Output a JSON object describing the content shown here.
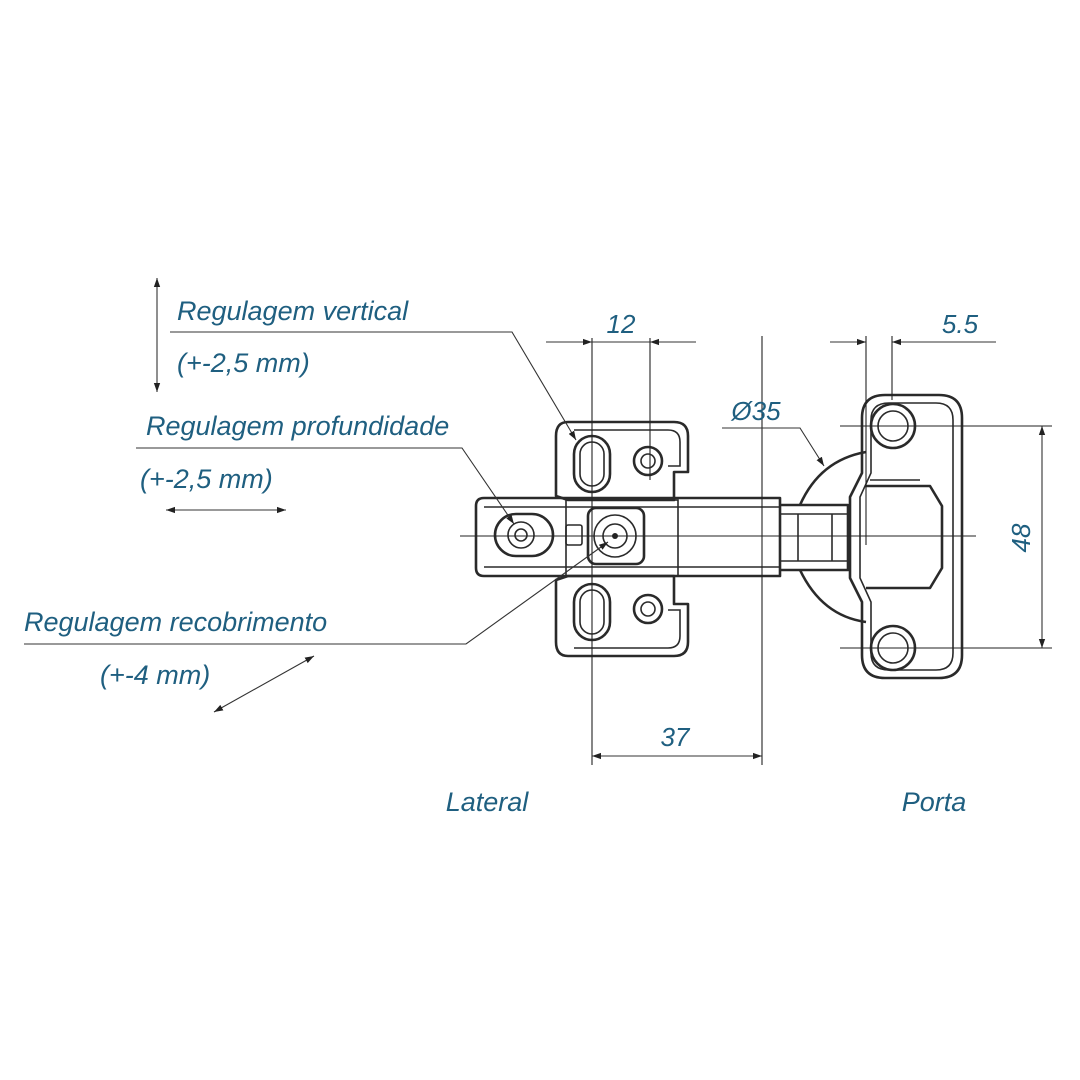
{
  "labels": {
    "vertical_title": "Regulagem vertical",
    "vertical_range": "(+-2,5 mm)",
    "depth_title": "Regulagem profundidade",
    "depth_range": "(+-2,5 mm)",
    "overlay_title": "Regulagem recobrimento",
    "overlay_range": "(+-4 mm)",
    "side": "Lateral",
    "door": "Porta"
  },
  "dimensions": {
    "hole_spacing": "12",
    "edge_offset": "5.5",
    "cup_diameter": "Ø35",
    "hole_pitch": "48",
    "arm_length": "37"
  },
  "colors": {
    "label": "#1f5f80",
    "line": "#2a2a2a"
  }
}
